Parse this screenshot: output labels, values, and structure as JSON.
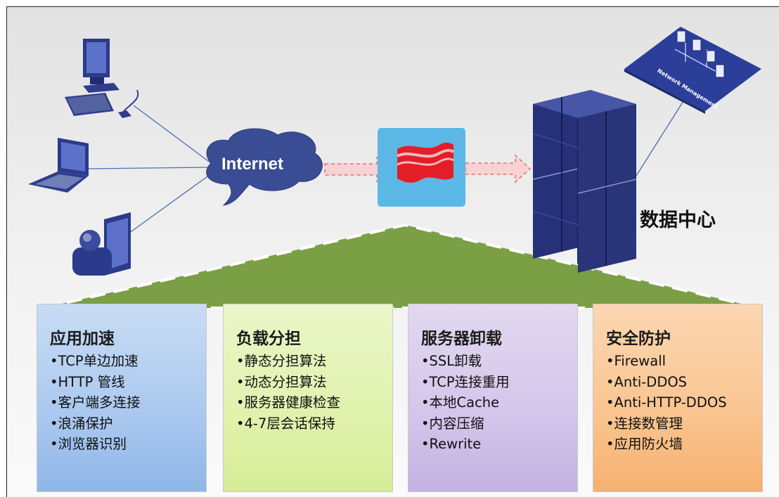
{
  "cloud": {
    "label": "Internet"
  },
  "datacenter": {
    "label": "数据中心"
  },
  "network_management": {
    "label": "Network Management"
  },
  "panels": [
    {
      "title": "应用加速",
      "items": [
        "•TCP单边加速",
        "•HTTP 管线",
        "•客户端多连接",
        "•浪涌保护",
        "•浏览器识别"
      ]
    },
    {
      "title": "负载分担",
      "items": [
        "•静态分担算法",
        "•动态分担算法",
        "•服务器健康检查",
        "•4-7层会话保持"
      ]
    },
    {
      "title": "服务器卸载",
      "items": [
        "•SSL卸载",
        "•TCP连接重用",
        "•本地Cache",
        "•内容压缩",
        "•Rewrite"
      ]
    },
    {
      "title": "安全防护",
      "items": [
        "•Firewall",
        "•Anti-DDOS",
        "•Anti-HTTP-DDOS",
        "•连接数管理",
        "•应用防火墙"
      ]
    }
  ],
  "colors": {
    "cloud": "#3a4c93",
    "rack": "#2a3479",
    "triangle": "#7a9f45",
    "appliance": "#5bb8e6",
    "flag": "#e41e26",
    "arrow": "#f6c8c8"
  }
}
